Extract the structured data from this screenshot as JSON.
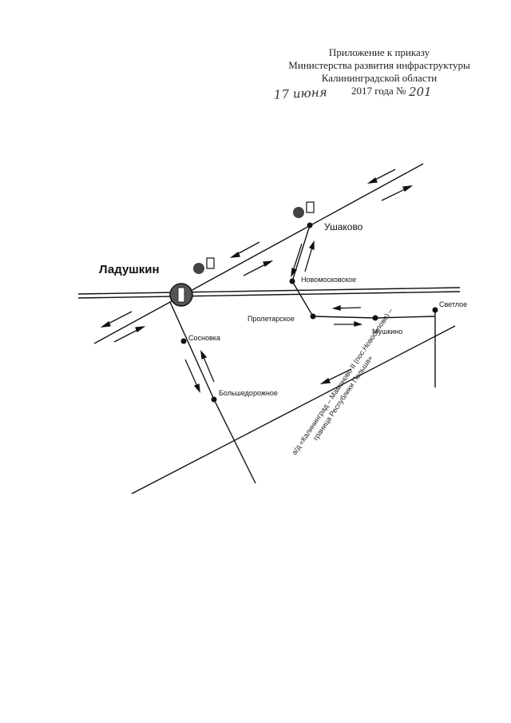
{
  "header": {
    "line1": "Приложение к приказу",
    "line2": "Министерства развития инфраструктуры",
    "line3": "Калининградской области",
    "date_handwritten": "17 июня",
    "year_text": "2017 года №",
    "number_handwritten": "201"
  },
  "map": {
    "cities": {
      "ladushkin": "Ладушкин",
      "ushakovo": "Ушаково",
      "novomoskovskoe": "Новомосковское",
      "proletarskoe": "Пролетарское",
      "svetloe": "Светлое",
      "mushkino": "Мушкино",
      "sosnovka": "Сосновка",
      "bolshedorozhnoe": "Большедорожное"
    },
    "road_label_line1": "а/д «Калининград – Мамоново II (пос.Новоселово) –",
    "road_label_line2": "граница Республики Польша»",
    "colors": {
      "ink": "#111111",
      "sign_fill": "#555555"
    }
  }
}
